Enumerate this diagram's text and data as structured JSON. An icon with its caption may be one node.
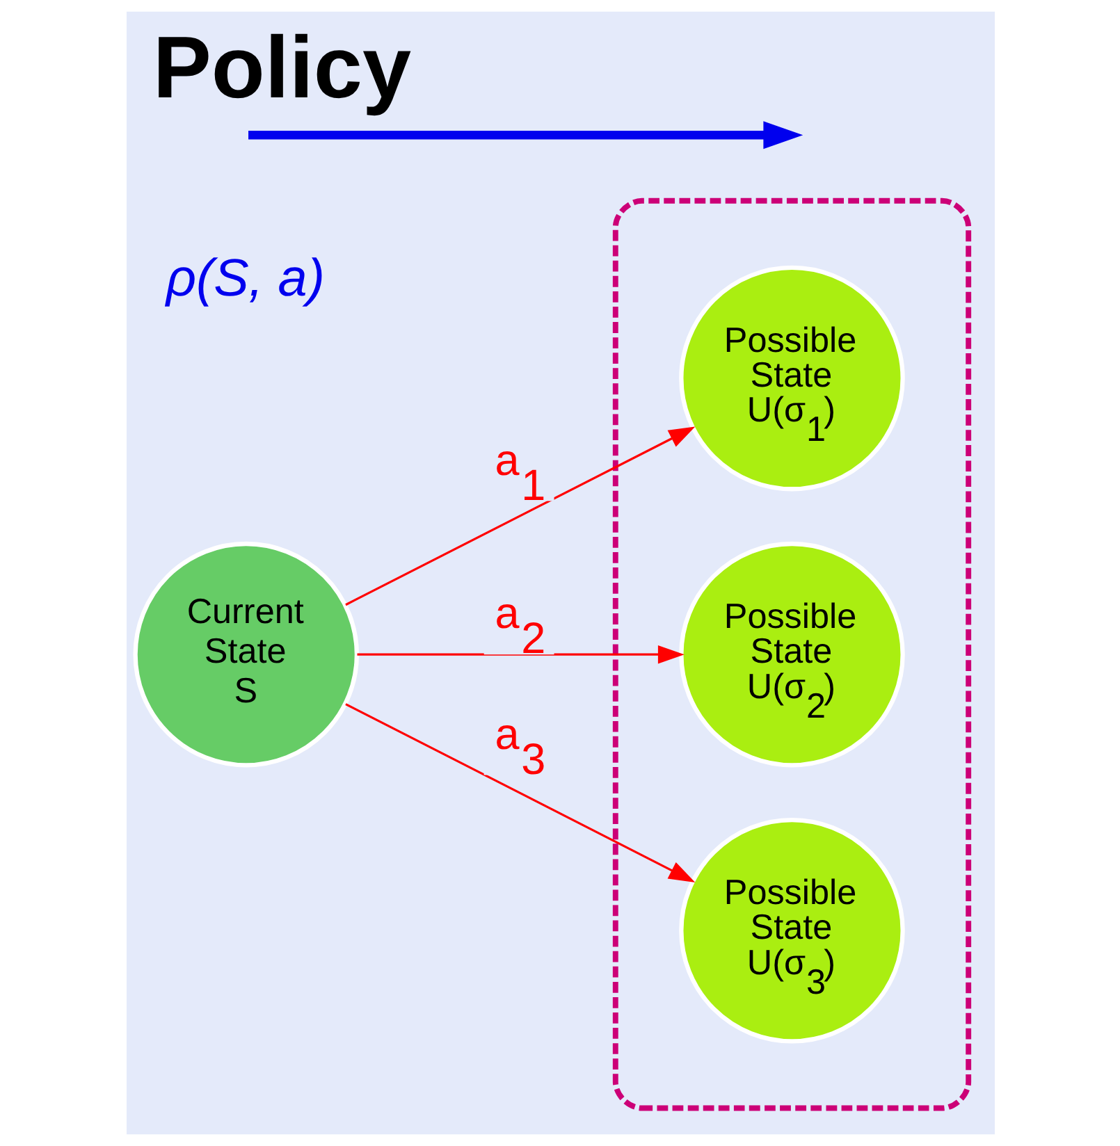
{
  "diagram": {
    "title": "Policy",
    "nodes": [
      {
        "text": [],
        "shape": "ellipse"
      },
      {
        "text": [
          "Current State S"
        ]
      },
      {
        "text": [
          "Possible State U(σ$_{1}$)"
        ],
        "in": 0
      },
      {
        "text": [
          "Possible State U(σ$_{2}$)"
        ],
        "in": 0
      },
      {
        "text": [
          "Possible State U(σ$_{3}$)"
        ],
        "in": 0
      }
    ],
    "edges": [
      {
        "from": 1,
        "to": 2,
        "arrow": "to",
        "label": "a$_{1}$",
        "color": "#ff0000"
      },
      {
        "from": 1,
        "to": 3,
        "arrow": "to",
        "label": "a$_{2}$",
        "color": "#ff0000"
      },
      {
        "from": 1,
        "to": 4,
        "arrow": "to",
        "label": "a$_{3}$",
        "color": "#ff0000"
      }
    ],
    "labels": [
      "ρ(S, a)"
    ]
  }
}
